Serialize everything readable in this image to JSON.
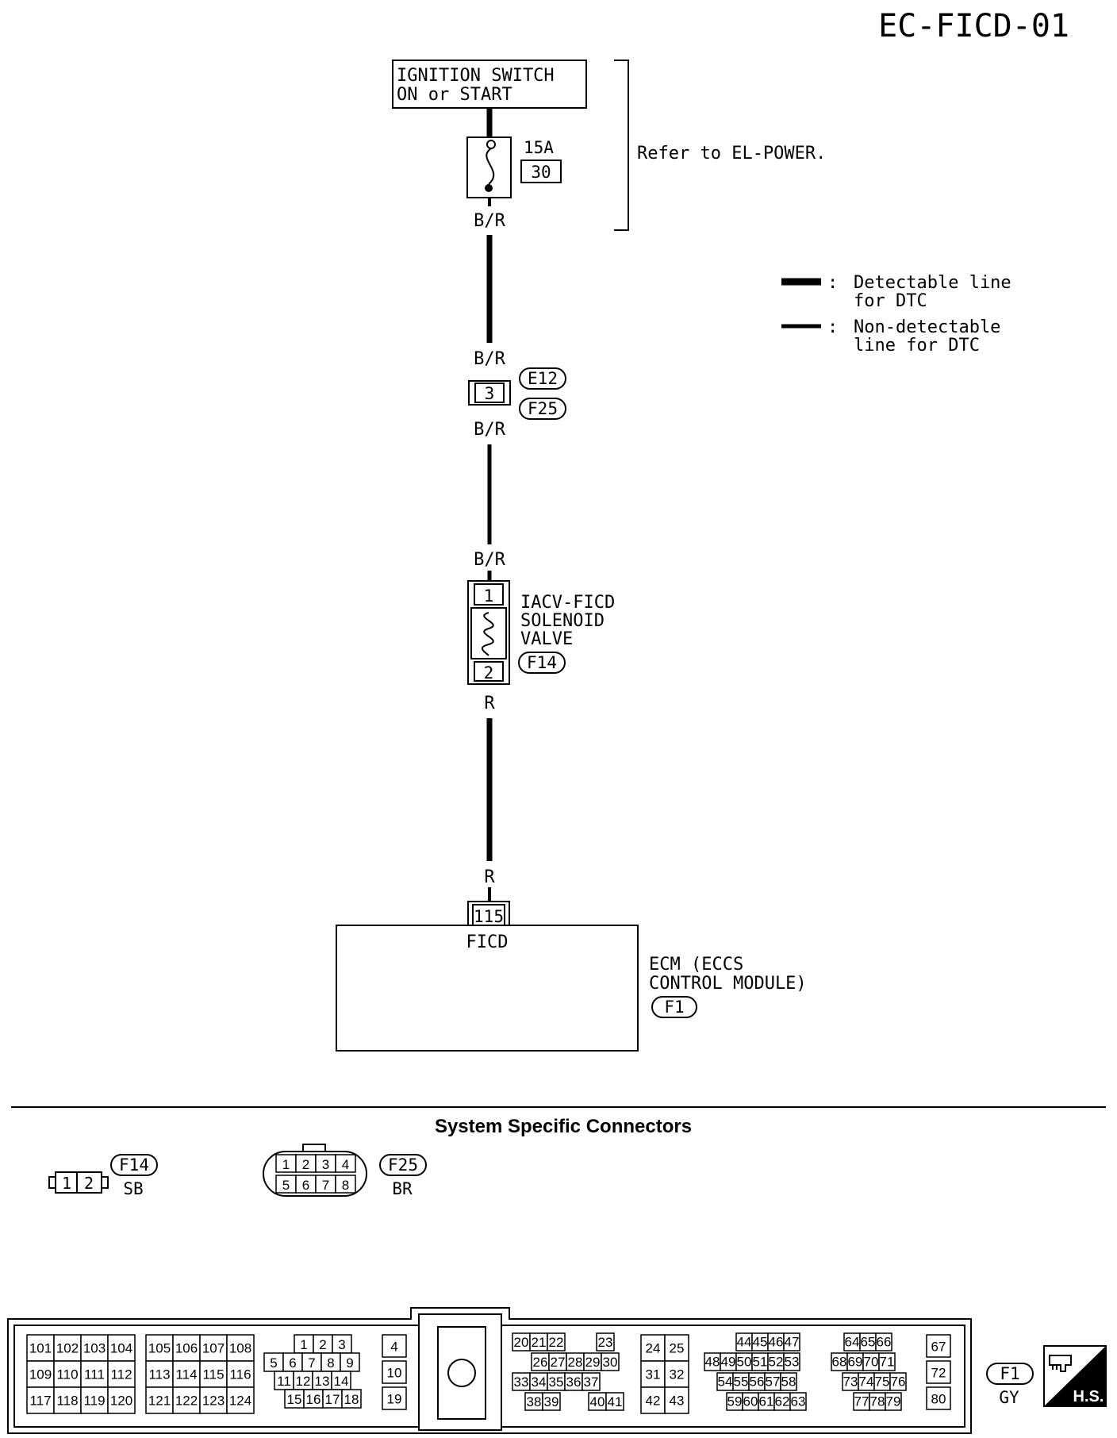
{
  "page_code": "EC-FICD-01",
  "ignition": {
    "line1": "IGNITION SWITCH",
    "line2": "ON or START"
  },
  "fuse": {
    "rating": "15A",
    "number": "30"
  },
  "refer_note": "Refer to EL-POWER.",
  "legend": {
    "detectable": {
      "line1": "Detectable line",
      "line2": "for DTC"
    },
    "non_detectable": {
      "line1": "Non-detectable",
      "line2": "line for DTC"
    },
    "separator": ":"
  },
  "wires": {
    "w1": "B/R",
    "w2": "B/R",
    "w3": "B/R",
    "w4": "B/R",
    "w5": "R",
    "w6": "R"
  },
  "junction": {
    "pin": "3",
    "conn_a": "E12",
    "conn_b": "F25"
  },
  "solenoid": {
    "line1": "IACV-FICD",
    "line2": "SOLENOID",
    "line3": "VALVE",
    "pin1": "1",
    "pin2": "2",
    "connector": "F14"
  },
  "ecm": {
    "pin": "115",
    "signal": "FICD",
    "line1": "ECM (ECCS",
    "line2": "CONTROL  MODULE)",
    "connector": "F1"
  },
  "section_title": "System Specific Connectors",
  "conn_f14": {
    "id": "F14",
    "color": "SB",
    "pins": [
      "1",
      "2"
    ]
  },
  "conn_f25": {
    "id": "F25",
    "color": "BR",
    "pins_top": [
      "1",
      "2",
      "3",
      "4"
    ],
    "pins_bottom": [
      "5",
      "6",
      "7",
      "8"
    ]
  },
  "conn_f1": {
    "id": "F1",
    "color": "GY",
    "g1": [
      [
        "101",
        "102",
        "103",
        "104"
      ],
      [
        "109",
        "110",
        "111",
        "112"
      ],
      [
        "117",
        "118",
        "119",
        "120"
      ]
    ],
    "g2": [
      [
        "105",
        "106",
        "107",
        "108"
      ],
      [
        "113",
        "114",
        "115",
        "116"
      ],
      [
        "121",
        "122",
        "123",
        "124"
      ]
    ],
    "g3": [
      [
        "1",
        "2",
        "3"
      ],
      [
        "5",
        "6",
        "7",
        "8",
        "9"
      ],
      [
        "11",
        "12",
        "13",
        "14"
      ],
      [
        "15",
        "16",
        "17",
        "18"
      ]
    ],
    "g4": [
      "4",
      "10",
      "19"
    ],
    "g5": [
      [
        "20",
        "21",
        "22",
        "23"
      ],
      [
        "26",
        "27",
        "28",
        "29",
        "30"
      ],
      [
        "33",
        "34",
        "35",
        "36",
        "37"
      ],
      [
        "38",
        "39",
        "40",
        "41"
      ]
    ],
    "g6": [
      [
        "24",
        "25"
      ],
      [
        "31",
        "32"
      ],
      [
        "42",
        "43"
      ]
    ],
    "g7": [
      [
        "44",
        "45",
        "46",
        "47",
        "64",
        "65",
        "66"
      ],
      [
        "48",
        "49",
        "50",
        "51",
        "52",
        "53",
        "68",
        "69",
        "70",
        "71"
      ],
      [
        "54",
        "55",
        "56",
        "57",
        "58",
        "73",
        "74",
        "75",
        "76"
      ],
      [
        "59",
        "60",
        "61",
        "62",
        "63",
        "77",
        "78",
        "79"
      ]
    ],
    "g8": [
      "67",
      "72",
      "80"
    ]
  },
  "hs_badge": "H.S."
}
